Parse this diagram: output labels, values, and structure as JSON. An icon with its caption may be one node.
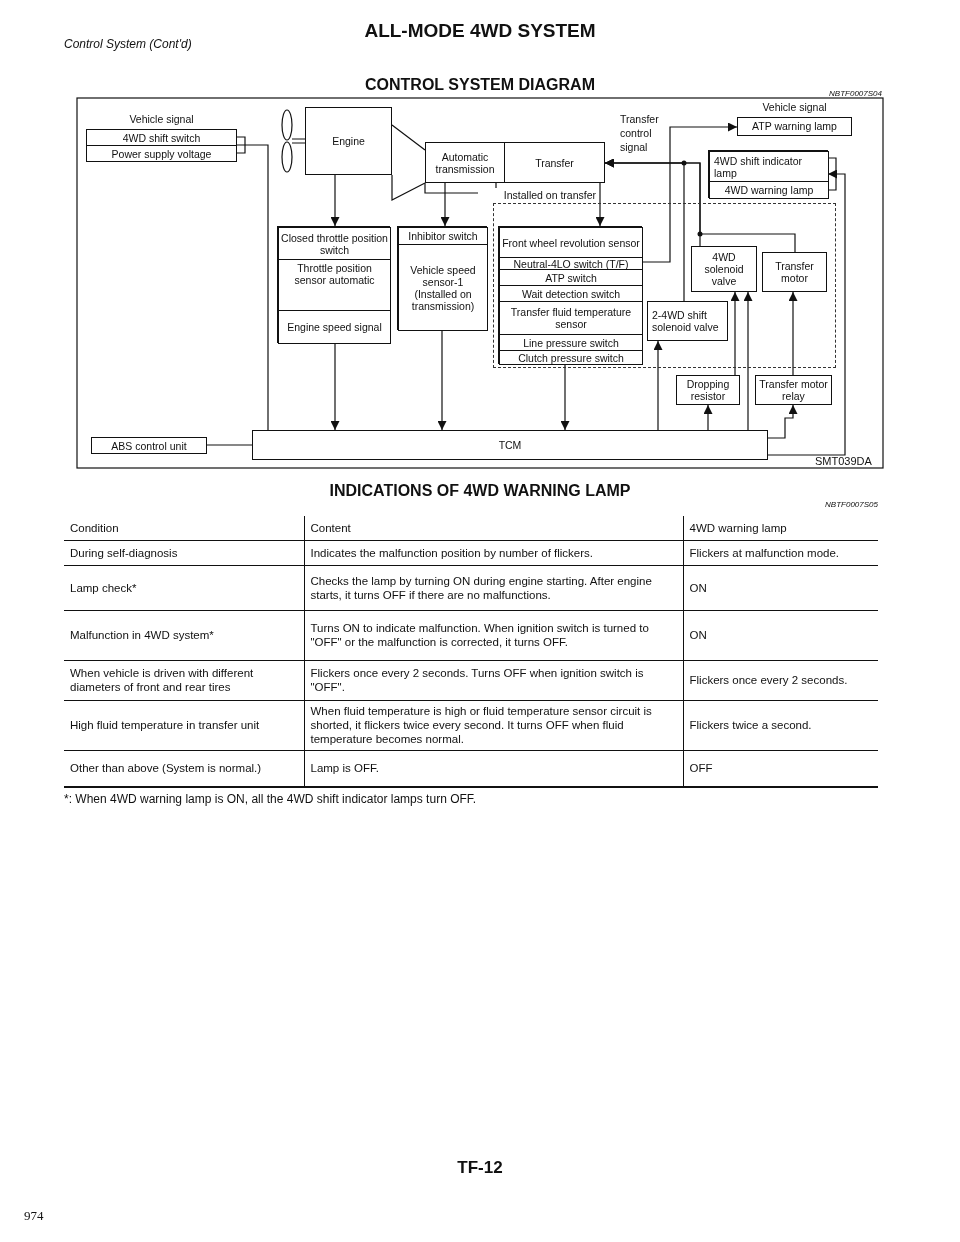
{
  "diagram": {
    "title": "ALL-MODE 4WD SYSTEM",
    "nodes": [
      {
        "text": [
          "Vehicle signal"
        ]
      },
      {
        "text": [
          "4WD shift switch"
        ],
        "in": 0
      },
      {
        "text": [
          "Power supply voltage"
        ],
        "in": 0
      },
      {
        "text": [
          "Engine"
        ]
      },
      {
        "text": [
          "Automatic transmission"
        ]
      },
      {
        "text": [
          "Transfer"
        ]
      },
      {
        "text": [],
        "shape": "box"
      },
      {
        "text": [
          "Closed throttle position switch"
        ],
        "in": 6
      },
      {
        "text": [
          "Throttle position sensor automatic"
        ],
        "in": 6
      },
      {
        "text": [
          "Engine speed signal"
        ],
        "in": 6
      },
      {
        "text": [],
        "shape": "box"
      },
      {
        "text": [
          "Inhibitor switch"
        ],
        "in": 10
      },
      {
        "text": [
          "Vehicle speed sensor-1 (Installed on transmission)"
        ],
        "in": 10
      },
      {
        "text": [
          "Installed on transfer"
        ]
      },
      {
        "text": [],
        "shape": "box",
        "in": 13
      },
      {
        "text": [
          "Front wheel revolution sensor"
        ],
        "in": 14
      },
      {
        "text": [
          "Neutral-4LO switch (T/F)"
        ],
        "in": 14
      },
      {
        "text": [
          "ATP switch"
        ],
        "in": 14
      },
      {
        "text": [
          "Wait detection switch"
        ],
        "in": 14
      },
      {
        "text": [
          "Transfer fluid temperature sensor"
        ],
        "in": 14
      },
      {
        "text": [
          "Line pressure switch"
        ],
        "in": 14
      },
      {
        "text": [
          "Clutch pressure switch"
        ],
        "in": 14
      },
      {
        "text": [
          "2-4WD shift solenoid valve"
        ],
        "in": 13
      },
      {
        "text": [
          "4WD solenoid valve"
        ],
        "in": 13
      },
      {
        "text": [
          "Transfer motor"
        ],
        "in": 13
      },
      {
        "text": [
          "Vehicle signal",
          "ATP warning lamp"
        ]
      },
      {
        "text": [],
        "shape": "box"
      },
      {
        "text": [
          "4WD shift indicator lamp"
        ],
        "in": 26
      },
      {
        "text": [
          "4WD warning lamp"
        ],
        "in": 26
      },
      {
        "text": [
          "Dropping resistor"
        ]
      },
      {
        "text": [
          "Transfer motor relay"
        ]
      },
      {
        "text": [
          "TCM"
        ]
      },
      {
        "text": [
          "ABS control unit"
        ]
      }
    ],
    "edges": [
      {
        "from": 0,
        "to": 31,
        "arrow": "none"
      },
      {
        "from": 32,
        "to": 31,
        "arrow": "none"
      },
      {
        "from": 3,
        "to": 6,
        "arrow": "to"
      },
      {
        "from": 6,
        "to": 31,
        "arrow": "to"
      },
      {
        "from": 4,
        "to": 10,
        "arrow": "to"
      },
      {
        "from": 10,
        "to": 31,
        "arrow": "to"
      },
      {
        "from": 5,
        "to": 14,
        "arrow": "to"
      },
      {
        "from": 14,
        "to": 31,
        "arrow": "to"
      },
      {
        "from": 16,
        "to": 25,
        "arrow": "to"
      },
      {
        "from": 22,
        "to": 5,
        "arrow": "to",
        "label": "Transfer control signal"
      },
      {
        "from": 23,
        "to": 5,
        "arrow": "to"
      },
      {
        "from": 24,
        "to": 5,
        "arrow": "to"
      },
      {
        "from": 31,
        "to": 22,
        "arrow": "to"
      },
      {
        "from": 31,
        "to": 29,
        "arrow": "to"
      },
      {
        "from": 29,
        "to": 23,
        "arrow": "to"
      },
      {
        "from": 31,
        "to": 23,
        "arrow": "to"
      },
      {
        "from": 31,
        "to": 30,
        "arrow": "to"
      },
      {
        "from": 30,
        "to": 24,
        "arrow": "to"
      },
      {
        "from": 31,
        "to": 26,
        "arrow": "to"
      }
    ],
    "labels": [
      "Control System (Cont'd)",
      "CONTROL SYSTEM DIAGRAM",
      "NBTF0007S04",
      "SMT039DA",
      "INDICATIONS OF 4WD WARNING LAMP",
      "NBTF0007S05",
      "Condition",
      "Content",
      "4WD warning lamp",
      "During self-diagnosis",
      "Indicates the malfunction position by number of flickers.",
      "Flickers at malfunction mode.",
      "Lamp check*",
      "Checks the lamp by turning ON during engine starting. After engine starts, it turns OFF if there are no malfunctions.",
      "ON",
      "Malfunction in 4WD system*",
      "Turns ON to indicate malfunction. When ignition switch is turned to \"OFF\" or the malfunction is corrected, it turns OFF.",
      "ON",
      "When vehicle is driven with different diameters of front and rear tires",
      "Flickers once every 2 seconds. Turns OFF when ignition switch is \"OFF\".",
      "Flickers once every 2 seconds.",
      "High fluid temperature in transfer unit",
      "When fluid temperature is high or fluid temperature sensor circuit is shorted, it flickers twice every second. It turns OFF when fluid temperature becomes normal.",
      "Flickers twice a second.",
      "Other than above (System is normal.)",
      "Lamp is OFF.",
      "OFF",
      "*: When 4WD warning lamp is ON, all the 4WD shift indicator lamps turn OFF.",
      "TF-12",
      "974"
    ]
  }
}
